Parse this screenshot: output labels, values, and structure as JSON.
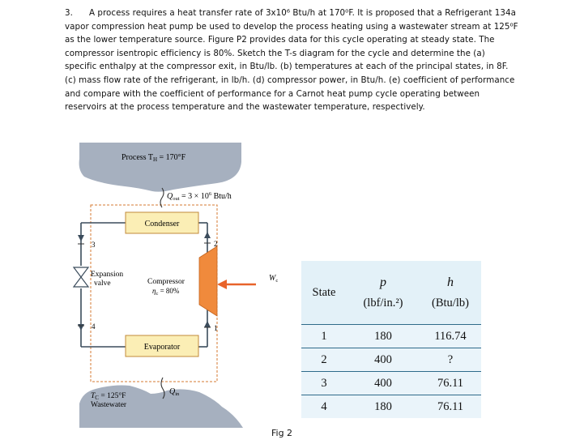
{
  "problem": {
    "number": "3.",
    "text": "A process requires a heat transfer rate of 3x10⁶ Btu/h at 170⁰F. It is proposed that a Refrigerant 134a vapor compression heat pump be used to develop the process heating using a wastewater stream at 125⁰F as the lower temperature source. Figure P2 provides data for this cycle operating at steady state. The compressor isentropic efficiency is 80%. Sketch the T-s diagram for the cycle and determine the (a) specific enthalpy at the compressor exit, in Btu/lb. (b) temperatures at each of the principal states, in 8F. (c) mass flow rate of the refrigerant, in lb/h. (d) compressor power, in Btu/h. (e) coefficient of performance and compare with the coefficient of performance for a Carnot heat pump cycle operating between reservoirs at the process temperature and the wastewater temperature, respectively."
  },
  "diagram": {
    "hot_reservoir": "Process T",
    "hot_reservoir_sub": "H",
    "hot_reservoir_value": " = 170°F",
    "q_out_label": "Q",
    "q_out_sub": "out",
    "q_out_value": " = 3 × 10",
    "q_out_exp": "6",
    "q_out_unit": " Btu/h",
    "condenser": "Condenser",
    "expansion_valve_line1": "Expansion",
    "expansion_valve_line2": "valve",
    "compressor_line1": "Compressor",
    "compressor_eta": "η",
    "compressor_eta_sub": "c",
    "compressor_value": " = 80%",
    "work_label": "W",
    "work_sub": "c",
    "evaporator": "Evaporator",
    "q_in_label": "Q",
    "q_in_sub": "in",
    "cold_reservoir_line1": "T",
    "cold_reservoir_sub": "C",
    "cold_reservoir_value": " = 125°F",
    "cold_reservoir_line2": "Wastewater",
    "state_1": "1",
    "state_2": "2",
    "state_3": "3",
    "state_4": "4"
  },
  "table": {
    "headers": {
      "state": "State",
      "p": "p",
      "p_unit": "(lbf/in.²)",
      "h": "h",
      "h_unit": "(Btu/lb)"
    },
    "rows": [
      {
        "state": "1",
        "p": "180",
        "h": "116.74"
      },
      {
        "state": "2",
        "p": "400",
        "h": "?"
      },
      {
        "state": "3",
        "p": "400",
        "h": "76.11"
      },
      {
        "state": "4",
        "p": "180",
        "h": "76.11"
      }
    ]
  },
  "caption": "Fig 2",
  "colors": {
    "reservoir": "#a6b0bf",
    "pipe": "#3b4c5c",
    "box_fill": "#fbeeb5",
    "box_border": "#c08a3a",
    "compressor": "#f08a3c",
    "arrow": "#e8632a",
    "table_header": "#e3f1f8",
    "table_body": "#eaf4fa",
    "table_rule": "#2f6b8a"
  }
}
